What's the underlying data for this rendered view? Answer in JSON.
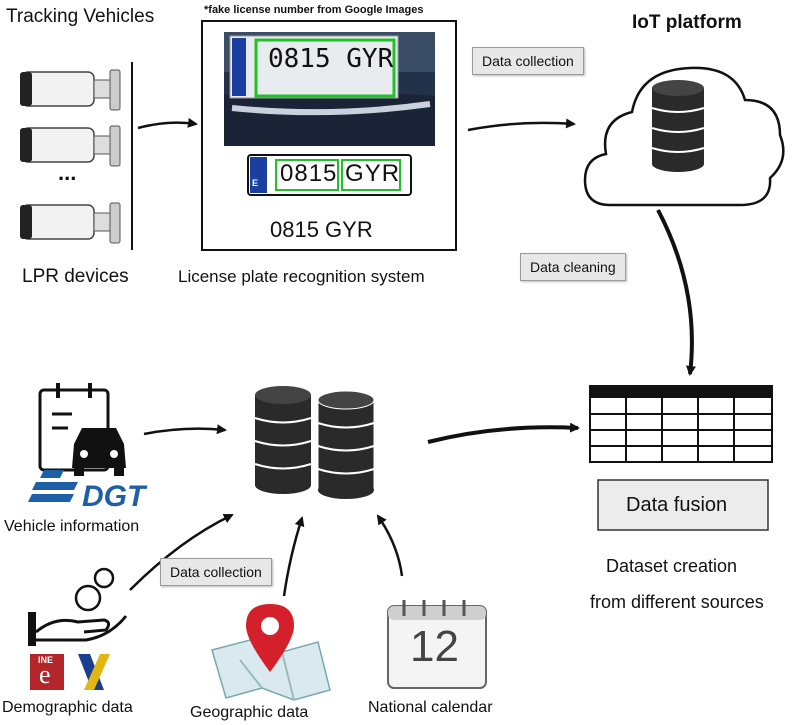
{
  "top": {
    "title_left": "Tracking Vehicles",
    "note": "*fake license number from Google Images",
    "plate_text": "0815 GYR",
    "plate_country": "E",
    "lpr_dots": "...",
    "lpr_label": "LPR devices",
    "lpr_system_label": "License plate recognition system",
    "iot_title": "IoT platform",
    "tag_collection_top": "Data collection",
    "tag_cleaning": "Data cleaning"
  },
  "bottom": {
    "vehicle_info_label": "Vehicle information",
    "dgt_logo": "DGT",
    "demographic_label": "Demographic data",
    "ine_logo_top": "INE",
    "ine_logo_bottom": "e",
    "geographic_label": "Geographic data",
    "calendar_label": "National calendar",
    "calendar_day": "12",
    "tag_collection_bottom": "Data collection",
    "fusion_label": "Data fusion",
    "dataset_line1": "Dataset creation",
    "dataset_line2": "from different sources"
  },
  "colors": {
    "plate_green": "#22c02a",
    "dgt_blue": "#1f5fa8",
    "ine_red": "#b3262a",
    "map_pin_red": "#d3202a"
  }
}
